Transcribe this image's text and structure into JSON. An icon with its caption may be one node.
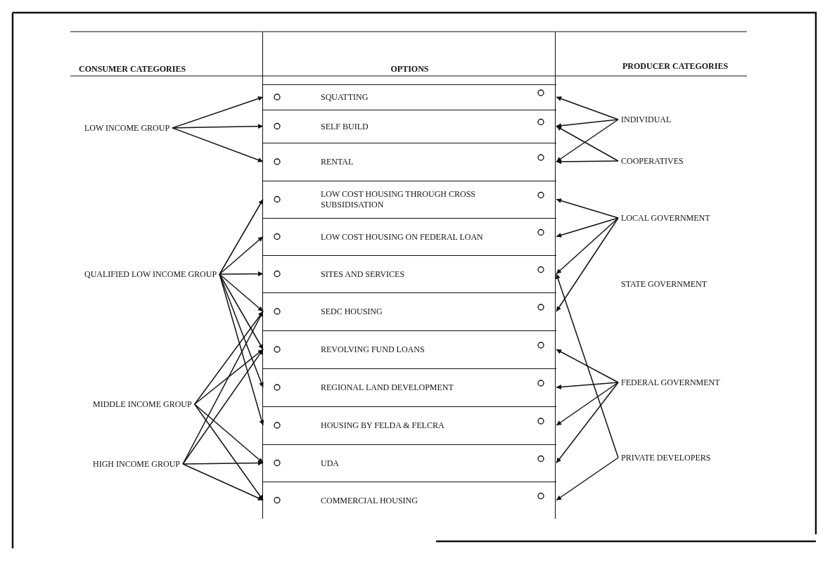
{
  "diagram": {
    "nodes": [
      {
        "text": [
          "LOW INCOME GROUP"
        ]
      },
      {
        "text": [
          "QUALIFIED LOW INCOME GROUP"
        ]
      },
      {
        "text": [
          "MIDDLE INCOME GROUP"
        ]
      },
      {
        "text": [
          "HIGH INCOME GROUP"
        ]
      },
      {
        "text": [
          "OPTIONS"
        ]
      },
      {
        "text": [
          "SQUATTING"
        ],
        "in": 4
      },
      {
        "text": [
          "SELF BUILD"
        ],
        "in": 4
      },
      {
        "text": [
          "RENTAL"
        ],
        "in": 4
      },
      {
        "text": [
          "LOW COST HOUSING THROUGH CROSS SUBSIDISATION"
        ],
        "in": 4
      },
      {
        "text": [
          "LOW COST HOUSING ON FEDERAL LOAN"
        ],
        "in": 4
      },
      {
        "text": [
          "SITES AND SERVICES"
        ],
        "in": 4
      },
      {
        "text": [
          "SEDC HOUSING"
        ],
        "in": 4
      },
      {
        "text": [
          "REVOLVING FUND LOANS"
        ],
        "in": 4
      },
      {
        "text": [
          "REGIONAL LAND DEVELOPMENT"
        ],
        "in": 4
      },
      {
        "text": [
          "HOUSING BY FELDA & FELCRA"
        ],
        "in": 4
      },
      {
        "text": [
          "UDA"
        ],
        "in": 4
      },
      {
        "text": [
          "COMMERCIAL HOUSING"
        ],
        "in": 4
      },
      {
        "text": [
          "INDIVIDUAL"
        ]
      },
      {
        "text": [
          "COOPERATIVES"
        ]
      },
      {
        "text": [
          "LOCAL GOVERNMENT"
        ]
      },
      {
        "text": [
          "STATE GOVERNMENT"
        ]
      },
      {
        "text": [
          "FEDERAL GOVERNMENT"
        ]
      },
      {
        "text": [
          "PRIVATE DEVELOPERS"
        ]
      }
    ],
    "edges": [
      {
        "from": 0,
        "to": 5,
        "arrow": "to"
      },
      {
        "from": 0,
        "to": 6,
        "arrow": "to"
      },
      {
        "from": 0,
        "to": 7,
        "arrow": "to"
      },
      {
        "from": 1,
        "to": 8,
        "arrow": "to"
      },
      {
        "from": 1,
        "to": 9,
        "arrow": "to"
      },
      {
        "from": 1,
        "to": 10,
        "arrow": "to"
      },
      {
        "from": 1,
        "to": 11,
        "arrow": "to"
      },
      {
        "from": 1,
        "to": 12,
        "arrow": "to"
      },
      {
        "from": 1,
        "to": 13,
        "arrow": "to"
      },
      {
        "from": 1,
        "to": 14,
        "arrow": "to"
      },
      {
        "from": 2,
        "to": 11,
        "arrow": "to"
      },
      {
        "from": 2,
        "to": 12,
        "arrow": "to"
      },
      {
        "from": 2,
        "to": 15,
        "arrow": "to"
      },
      {
        "from": 2,
        "to": 16,
        "arrow": "to"
      },
      {
        "from": 3,
        "to": 11,
        "arrow": "to"
      },
      {
        "from": 3,
        "to": 12,
        "arrow": "to"
      },
      {
        "from": 3,
        "to": 15,
        "arrow": "to"
      },
      {
        "from": 3,
        "to": 16,
        "arrow": "to"
      },
      {
        "from": 17,
        "to": 5,
        "arrow": "to"
      },
      {
        "from": 17,
        "to": 6,
        "arrow": "to"
      },
      {
        "from": 17,
        "to": 7,
        "arrow": "to"
      },
      {
        "from": 18,
        "to": 6,
        "arrow": "to"
      },
      {
        "from": 18,
        "to": 7,
        "arrow": "to"
      },
      {
        "from": 19,
        "to": 8,
        "arrow": "to"
      },
      {
        "from": 19,
        "to": 9,
        "arrow": "to"
      },
      {
        "from": 19,
        "to": 10,
        "arrow": "to"
      },
      {
        "from": 19,
        "to": 11,
        "arrow": "to"
      },
      {
        "from": 21,
        "to": 12,
        "arrow": "to"
      },
      {
        "from": 21,
        "to": 13,
        "arrow": "to"
      },
      {
        "from": 21,
        "to": 14,
        "arrow": "to"
      },
      {
        "from": 21,
        "to": 15,
        "arrow": "to"
      },
      {
        "from": 22,
        "to": 10,
        "arrow": "to"
      },
      {
        "from": 22,
        "to": 16,
        "arrow": "to"
      }
    ],
    "labels": [
      "CONSUMER CATEGORIES",
      "PRODUCER CATEGORIES"
    ]
  }
}
